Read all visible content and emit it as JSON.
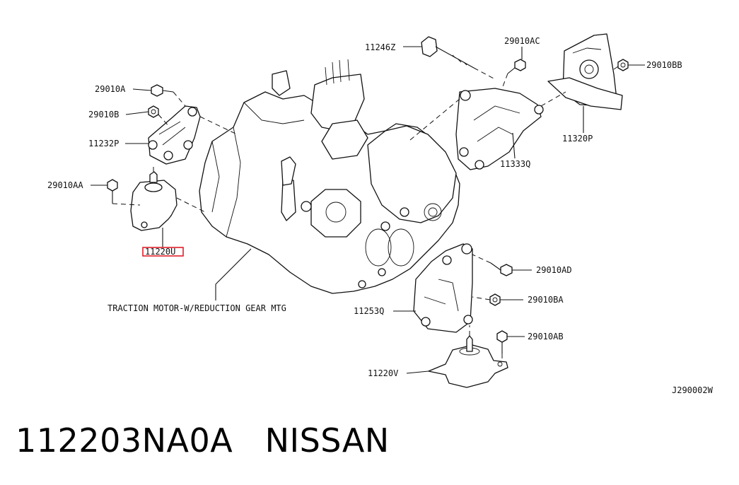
{
  "diagram": {
    "code": "J290002W",
    "labels": {
      "p11246Z": "11246Z",
      "p29010AC": "29010AC",
      "p29010BB": "29010BB",
      "p29010A": "29010A",
      "p29010B": "29010B",
      "p11232P": "11232P",
      "p29010AA": "29010AA",
      "p11220U": "11220U",
      "p11333Q": "11333Q",
      "p11320P": "11320P",
      "p29010AD": "29010AD",
      "p29010BA": "29010BA",
      "p11253Q": "11253Q",
      "p29010AB": "29010AB",
      "p11220V": "11220V",
      "motor": "TRACTION MOTOR-W/REDUCTION GEAR MTG"
    }
  },
  "caption": {
    "part_number": "112203NA0A",
    "brand": "NISSAN"
  },
  "colors": {
    "highlight": "#e0202a",
    "line": "#111111"
  }
}
